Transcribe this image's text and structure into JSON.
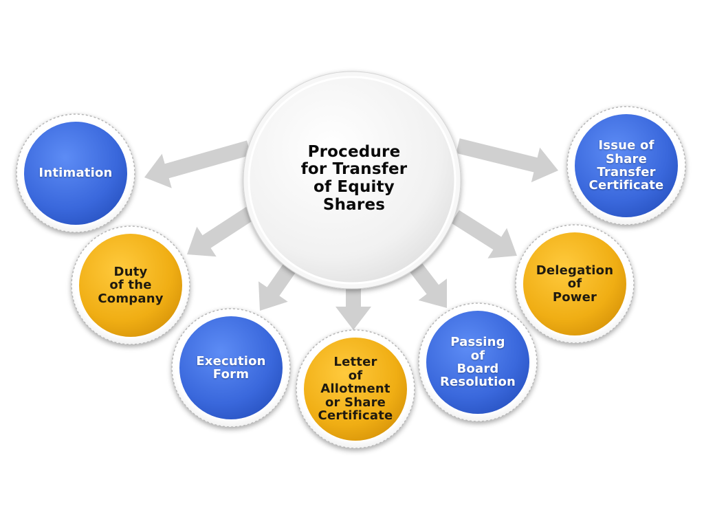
{
  "title": "Procedure\nfor Transfer\nof Equity\nShares",
  "colors": {
    "blue": "#3e6fe0",
    "gold": "#f0b21b",
    "center": "#f2f2f2",
    "arrow": "#d0d0d0"
  },
  "steps": [
    {
      "label": "Intimation",
      "color": "blue"
    },
    {
      "label": "Duty\nof the\nCompany",
      "color": "gold"
    },
    {
      "label": "Execution\nForm",
      "color": "blue"
    },
    {
      "label": "Letter\nof\nAllotment\nor Share\nCertificate",
      "color": "gold"
    },
    {
      "label": "Passing\nof\nBoard\nResolution",
      "color": "blue"
    },
    {
      "label": "Delegation\nof\nPower",
      "color": "gold"
    },
    {
      "label": "Issue of\nShare\nTransfer\nCertificate",
      "color": "blue"
    }
  ]
}
